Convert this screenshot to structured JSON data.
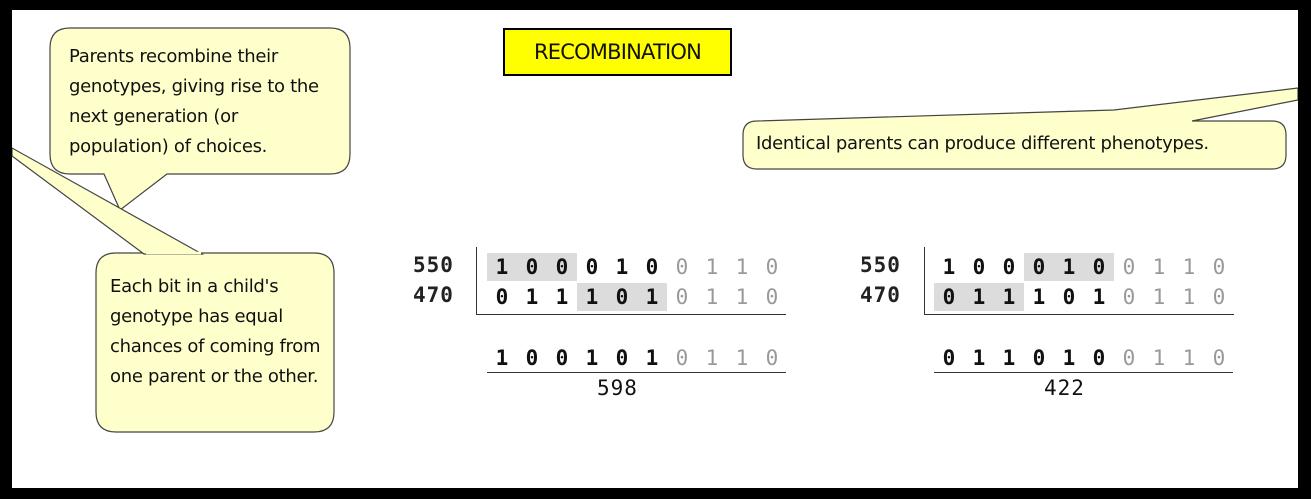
{
  "title": "RECOMBINATION",
  "callouts": {
    "recombine": "Parents recombine their genotypes, giving rise to the next generation (or population) of choices.",
    "identical": "Identical parents can produce different phenotypes.",
    "each_bit": "Each bit in a child's genotype has equal chances of coming from one parent or the other."
  },
  "left_example": {
    "parent1_label": "550",
    "parent2_label": "470",
    "parent1_bits": [
      "1",
      "0",
      "0",
      "0",
      "1",
      "0",
      "0",
      "1",
      "1",
      "0"
    ],
    "parent2_bits": [
      "0",
      "1",
      "1",
      "1",
      "0",
      "1",
      "0",
      "1",
      "1",
      "0"
    ],
    "child_bits": [
      "1",
      "0",
      "0",
      "1",
      "0",
      "1",
      "0",
      "1",
      "1",
      "0"
    ],
    "child_value": "598"
  },
  "right_example": {
    "parent1_label": "550",
    "parent2_label": "470",
    "parent1_bits": [
      "1",
      "0",
      "0",
      "0",
      "1",
      "0",
      "0",
      "1",
      "1",
      "0"
    ],
    "parent2_bits": [
      "0",
      "1",
      "1",
      "1",
      "0",
      "1",
      "0",
      "1",
      "1",
      "0"
    ],
    "child_bits": [
      "0",
      "1",
      "1",
      "0",
      "1",
      "0",
      "0",
      "1",
      "1",
      "0"
    ],
    "child_value": "422"
  },
  "colors": {
    "title_bg": "#ffff00",
    "callout_fill": "#ffffcc",
    "highlight": "#dcdcdc",
    "gray_bits": "#999999"
  }
}
